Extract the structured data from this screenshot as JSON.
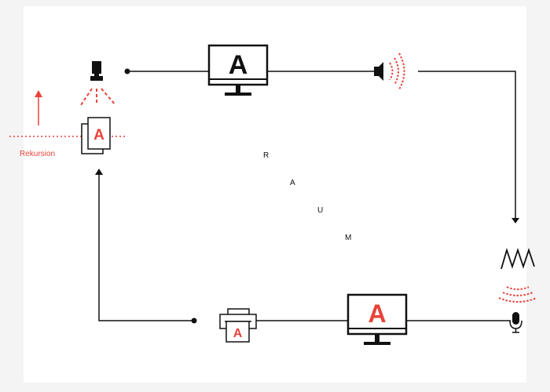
{
  "colors": {
    "accent": "#e8423a",
    "line": "#111111",
    "background": "#f4f4f4",
    "card": "#ffffff"
  },
  "labels": {
    "rekursion": "Rekursion",
    "monitor_top_glyph": "A",
    "monitor_bottom_glyph": "A",
    "paper_glyph": "A",
    "printer_glyph": "A"
  },
  "raum": [
    "R",
    "A",
    "U",
    "M"
  ],
  "icons": {
    "projector": "projector-icon",
    "paper_stack": "paper-stack-icon",
    "monitor_top": "monitor-icon",
    "speaker": "speaker-icon",
    "waveform": "waveform-icon",
    "microphone": "microphone-icon",
    "monitor_bottom": "monitor-icon",
    "printer": "printer-icon",
    "arrow_up": "arrow-up-icon"
  }
}
